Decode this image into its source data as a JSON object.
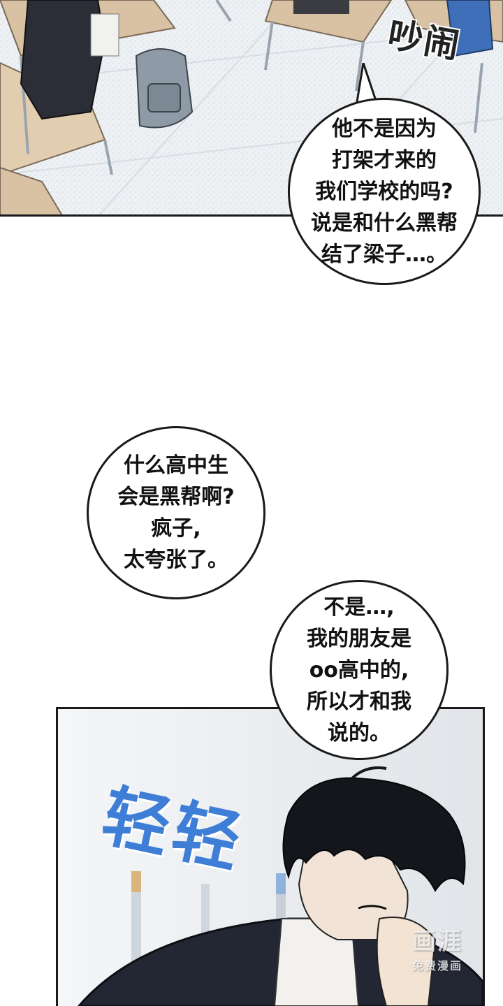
{
  "sound_effects": {
    "noisy": "吵闹",
    "gently": "轻轻"
  },
  "dialogues": [
    {
      "text": "他不是因为\n打架才来的\n我们学校的吗?\n说是和什么黑帮\n结了梁子…。"
    },
    {
      "text": "什么高中生\n会是黑帮啊?\n疯子,\n太夸张了。"
    },
    {
      "text": "不是…,\n我的朋友是\noo高中的,\n所以才和我\n说的。"
    }
  ],
  "watermark": {
    "main": "画涯",
    "sub": "免费漫画"
  }
}
